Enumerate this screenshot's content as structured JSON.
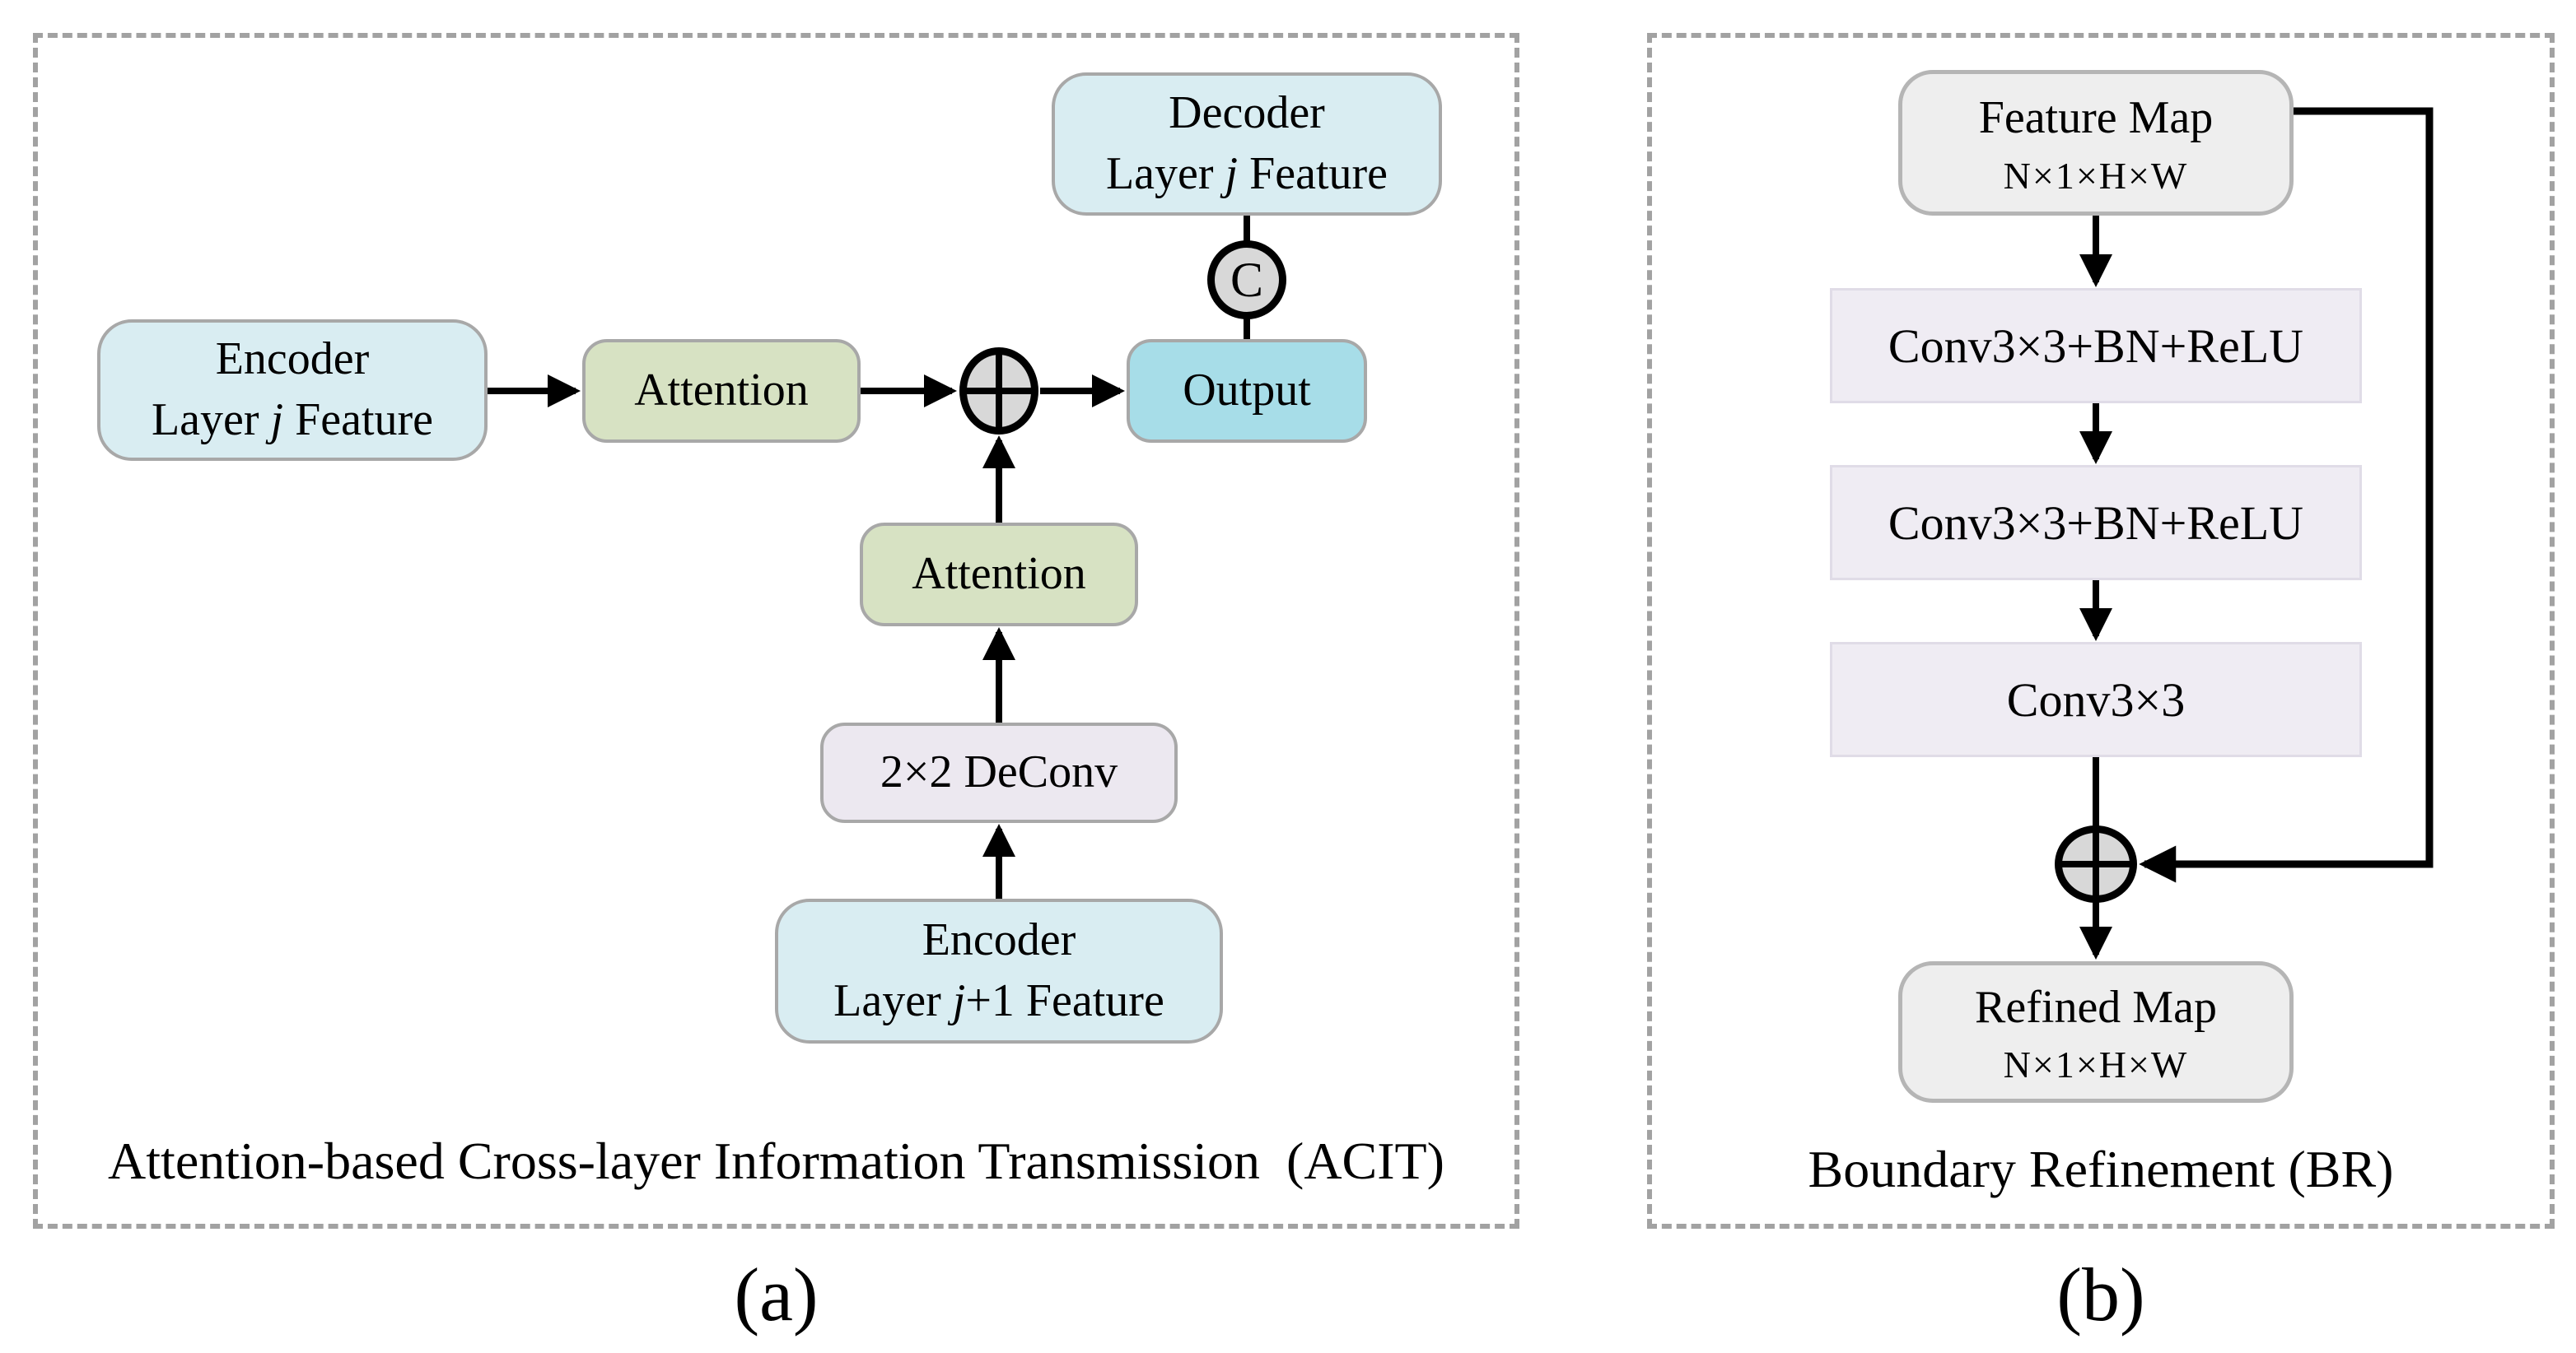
{
  "panel_a": {
    "caption": "Attention-based Cross-layer Information Transmission  (ACIT)",
    "label": "(a)",
    "encoder_j": {
      "line1": "Encoder",
      "line2_pre": "Layer ",
      "line2_var": "j",
      "line2_post": " Feature"
    },
    "attention_top": "Attention",
    "attention_bottom": "Attention",
    "output": "Output",
    "concat": "C",
    "decoder_j": {
      "line1": "Decoder",
      "line2_pre": "Layer ",
      "line2_var": "j",
      "line2_post": " Feature"
    },
    "deconv": "2×2 DeConv",
    "encoder_j1": {
      "line1": "Encoder",
      "line2_pre": "Layer ",
      "line2_var": "j",
      "line2_post": "+1 Feature"
    }
  },
  "panel_b": {
    "caption": "Boundary Refinement (BR)",
    "label": "(b)",
    "feature_map": {
      "line1": "Feature Map",
      "line2": "N×1×H×W"
    },
    "conv1": "Conv3×3+BN+ReLU",
    "conv2": "Conv3×3+BN+ReLU",
    "conv3": "Conv3×3",
    "refined_map": {
      "line1": "Refined Map",
      "line2": "N×1×H×W"
    }
  },
  "icons": {
    "add_operator": "⊕",
    "concat_operator": "C"
  },
  "colors": {
    "feature_blue": "#d9edf2",
    "output_cyan": "#a7dde8",
    "attention_green": "#d7e2c3",
    "deconv_lavender": "#ece8f0",
    "conv_fill": "#efecf3",
    "map_gray": "#eeeeee",
    "operator_gray": "#d8d8d8",
    "box_border": "#a8a8a8",
    "dash_border": "#a2a2a2",
    "wire_black": "#000000"
  }
}
